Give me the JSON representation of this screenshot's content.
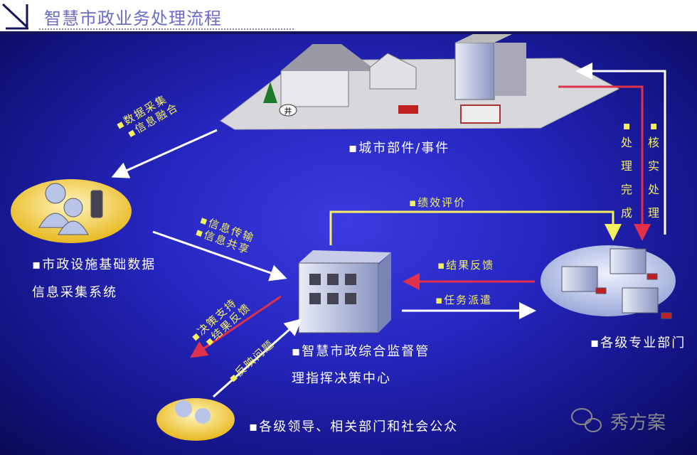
{
  "header": {
    "title": "智慧市政业务处理流程"
  },
  "nodes": {
    "city": "▪城市部件/事件",
    "collect_line1": "▪市政设施基础数据",
    "collect_line2": "信息采集系统",
    "center_line1": "▪智慧市政综合监督管",
    "center_line2": "理指挥决策中心",
    "departments": "▪各级专业部门",
    "public": "▪各级领导、相关部门和社会公众"
  },
  "flows": {
    "data_collect": [
      "▪数据采集",
      "▪信息融合"
    ],
    "info_share": [
      "▪信息传输",
      "▪信息共享"
    ],
    "performance": "▪绩效评价",
    "result_feedback": "▪结果反馈",
    "task_dispatch": "▪任务派遣",
    "decision": [
      "▪决策支持",
      "▪结果反馈"
    ],
    "report_issue": "▪反映问题",
    "processing_done": [
      "▪",
      "处",
      "理",
      "完",
      "成"
    ],
    "verify": [
      "▪",
      "核",
      "实",
      "处",
      "理"
    ]
  },
  "well_label": "井",
  "watermark": "秀方案",
  "colors": {
    "yellow": "#f5f060",
    "red": "#e0304a",
    "white": "#ffffff",
    "title": "#6b6bc8"
  }
}
